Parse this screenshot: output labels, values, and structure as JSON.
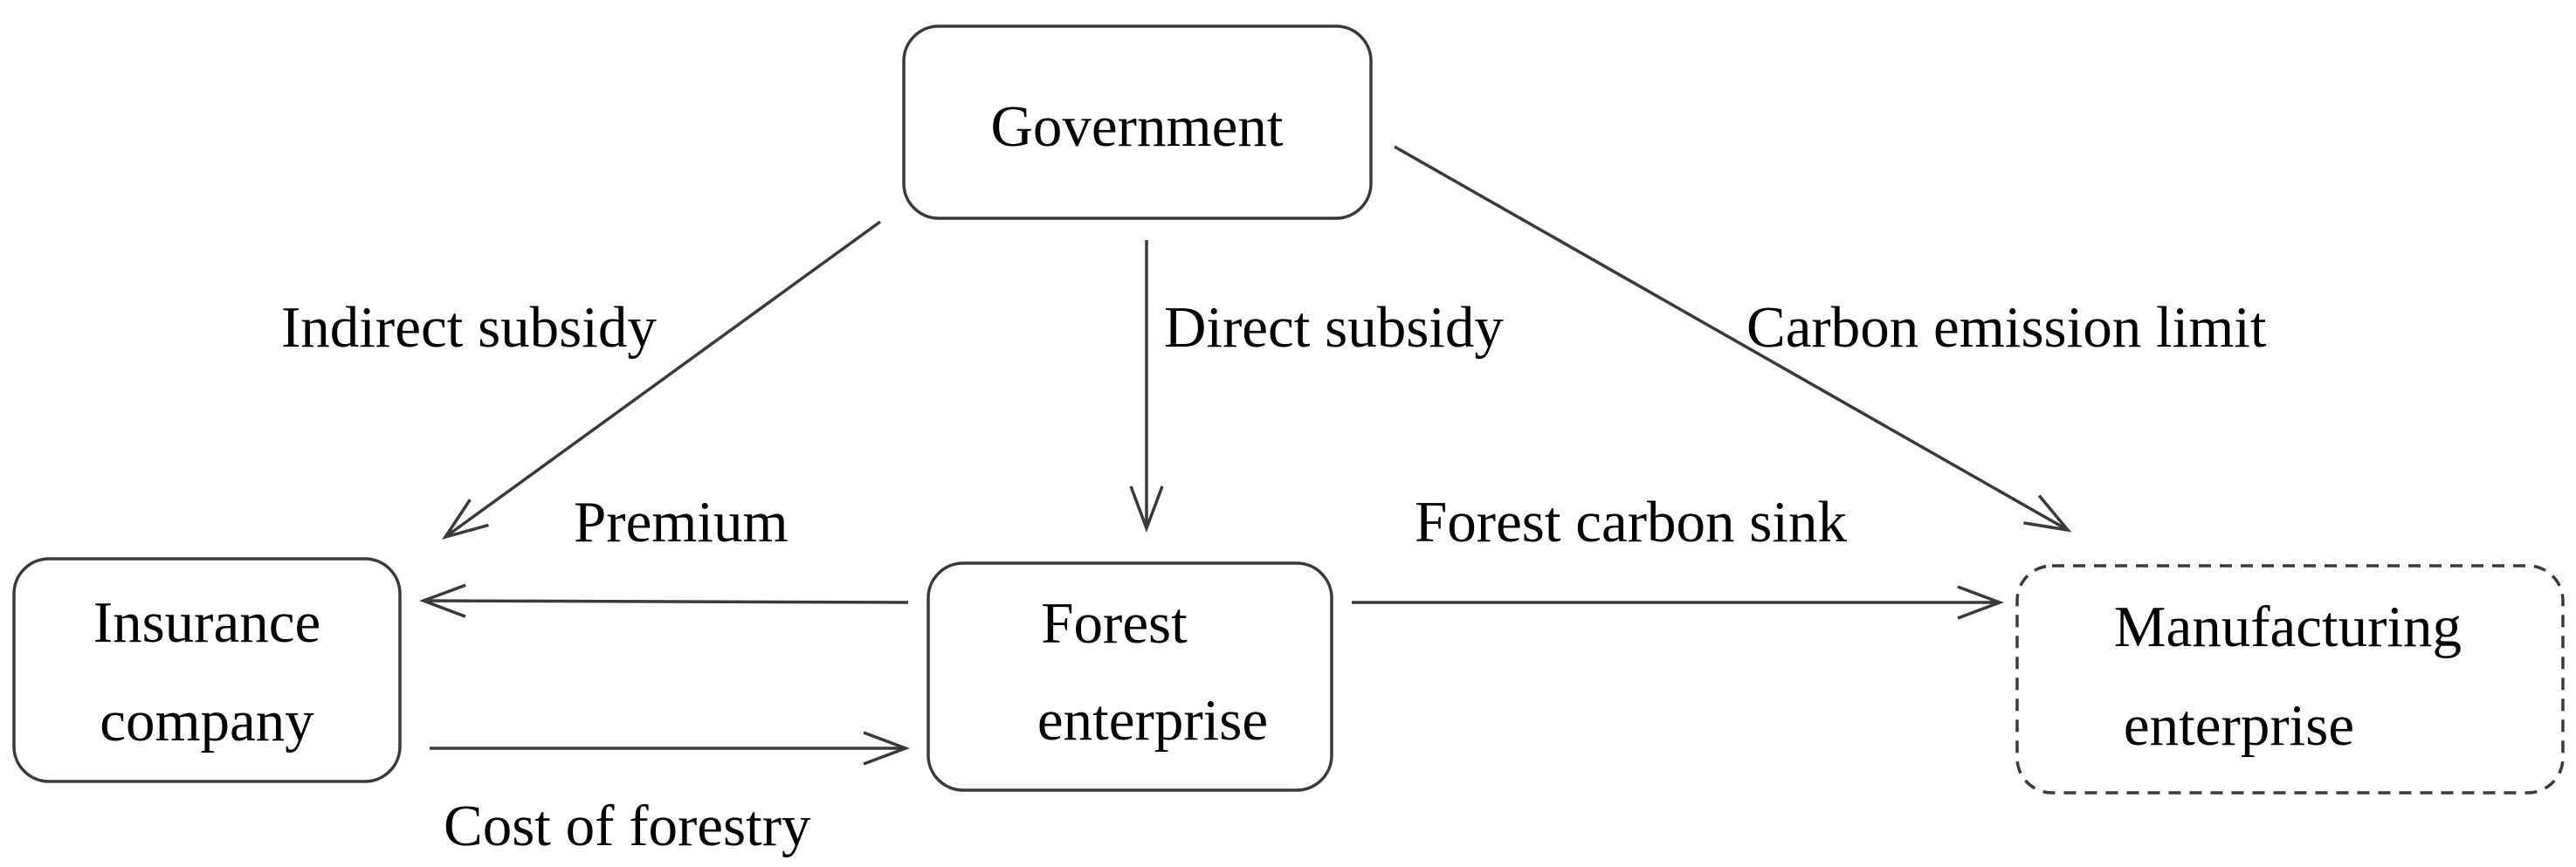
{
  "nodes": {
    "government": {
      "label": "Government"
    },
    "insurance": {
      "line1": "Insurance",
      "line2": "company"
    },
    "forest": {
      "line1": "Forest",
      "line2": "enterprise"
    },
    "manufacturing": {
      "line1": "Manufacturing",
      "line2": "enterprise"
    }
  },
  "edges": {
    "indirect_subsidy": "Indirect subsidy",
    "direct_subsidy": "Direct subsidy",
    "carbon_emission_limit": "Carbon emission limit",
    "premium": "Premium",
    "forest_carbon_sink": "Forest carbon sink",
    "cost_of_forestry": "Cost of forestry"
  },
  "colors": {
    "stroke": "#3a3a3a",
    "text": "#000000",
    "background": "#ffffff"
  }
}
